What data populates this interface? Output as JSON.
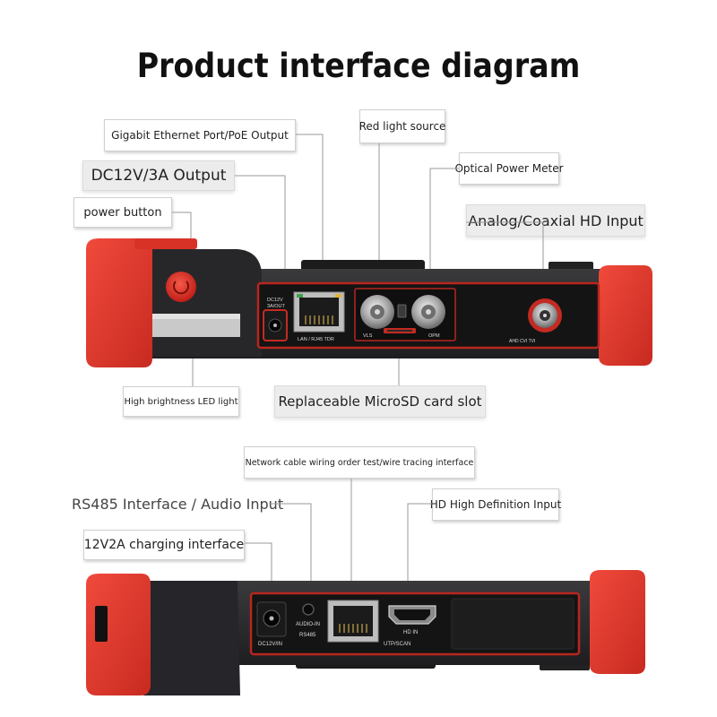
{
  "title": "Product interface diagram",
  "top_view": {
    "callouts": {
      "ethernet": "Gigabit Ethernet Port/PoE Output",
      "red_light": "Red light source",
      "dc_output": "DC12V/3A Output",
      "opm": "Optical Power Meter",
      "power_button": "power button",
      "analog_input": "Analog/Coaxial HD Input",
      "led_light": "High brightness LED light",
      "microsd": "Replaceable MicroSD card slot"
    },
    "device_labels": {
      "dc_port": "DC12V",
      "dc_port_2": "3A/OUT",
      "lan_port": "LAN / RJ45 TDR",
      "vls": "VLS",
      "opm": "OPM",
      "bnc": "AHD CVI TVI"
    }
  },
  "bottom_view": {
    "callouts": {
      "wiring": "Network cable wiring order test/wire tracing interface",
      "rs485": "RS485 Interface / Audio Input",
      "hd_input": "HD High Definition Input",
      "charging": "12V2A charging interface"
    },
    "device_labels": {
      "dc_in": "DC12V/IN",
      "audio": "AUDIO-IN",
      "rs485": "RS485",
      "hdmi": "HD IN",
      "utp": "UTP/SCAN"
    }
  },
  "colors": {
    "bumper_red": "#e8382c",
    "body_dark": "#2a2a2c",
    "panel_black": "#151515",
    "trim_red": "#cc2a22",
    "leader_line": "#9a9a9a"
  }
}
